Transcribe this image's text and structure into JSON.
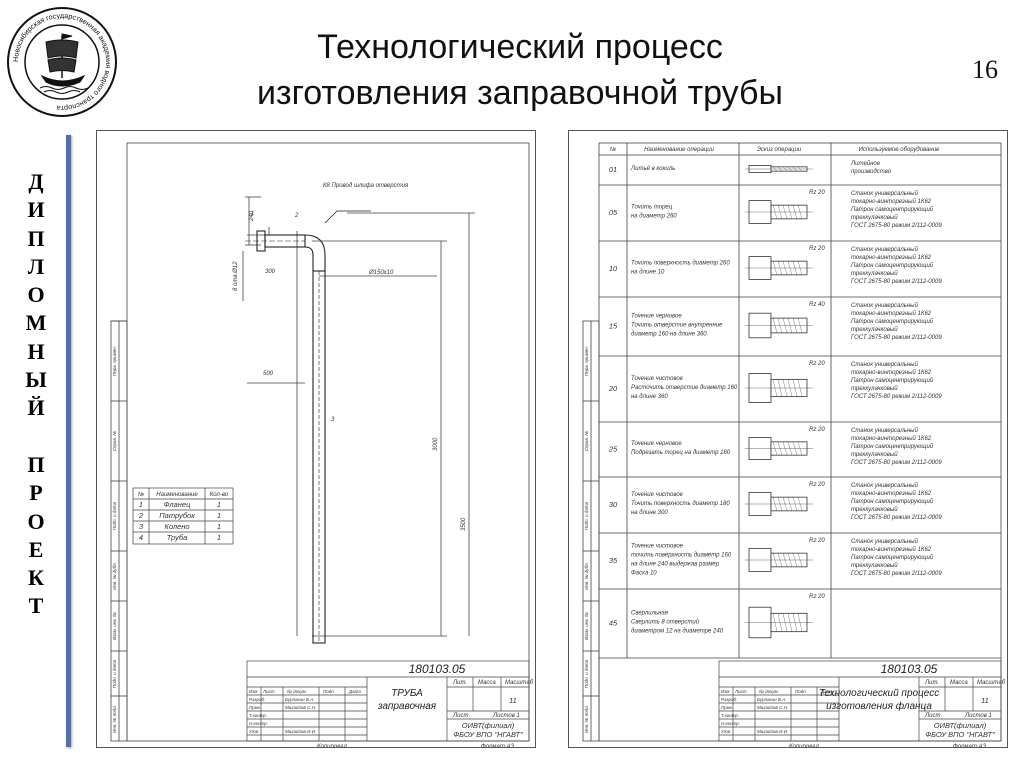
{
  "header": {
    "title_line1": "Технологический процесс",
    "title_line2": "изготовления заправочной трубы",
    "page_number": "16"
  },
  "sidebar": {
    "vertical_letters": [
      "Д",
      "И",
      "П",
      "Л",
      "О",
      "М",
      "Н",
      "Ы",
      "Й",
      " ",
      "П",
      "Р",
      "О",
      "Е",
      "К",
      "Т"
    ]
  },
  "logo": {
    "ring_text": "Новосибирская государственная академия водного транспорта"
  },
  "left_drawing": {
    "dims": {
      "d240": "240",
      "d300": "300",
      "d500": "500",
      "d3000": "3000",
      "d3500": "3500",
      "holes": "8 отв.Ø12",
      "pipe": "Ø150х10",
      "note": "К8 Провод шлифа отверстия"
    },
    "callouts": [
      "1",
      "2",
      "3"
    ],
    "spec_table": {
      "headers": [
        "№",
        "Наименование",
        "Кол-во"
      ],
      "rows": [
        [
          "1",
          "Фланец",
          "1"
        ],
        [
          "2",
          "Патрубок",
          "1"
        ],
        [
          "3",
          "Колено",
          "1"
        ],
        [
          "4",
          "Труба",
          "1"
        ]
      ]
    },
    "title_block": {
      "doc_number": "180103.05",
      "name_line1": "ТРУБА",
      "name_line2": "заправочная",
      "sheets": "11",
      "org_line1": "ОИВТ(филиал)",
      "org_line2": "ФБОУ ВПО \"НГАВТ\"",
      "format": "Формат  А3",
      "copied": "Копировал",
      "col_labels": [
        "Изм",
        "Лист",
        "№ докум.",
        "Подп.",
        "Дата"
      ],
      "role_labels": [
        "Разраб.",
        "Пров.",
        "Т.контр.",
        "Н.контр.",
        "Утв."
      ],
      "names": [
        "Бурлакин В.А.",
        "Михайлов С.Н.",
        "",
        "",
        "Михайлов И.И."
      ],
      "lit_labels": [
        "Лит.",
        "Масса",
        "Масштаб"
      ],
      "sheet_labels": [
        "Лист",
        "Листов 1"
      ]
    },
    "side_labels": [
      "Перв. примен.",
      "Справ. №",
      "Подп. и дата",
      "Инв. № дубл.",
      "Взам. инв. №",
      "Подп. и дата",
      "Инв. № подл."
    ]
  },
  "right_drawing": {
    "headers": [
      "№",
      "Наименование операции",
      "Эскиз операции",
      "Используемое оборудование"
    ],
    "operations": [
      {
        "num": "01",
        "name": [
          "Литьё в кокиль"
        ],
        "roughness": "",
        "equipment": [
          "Литейное",
          "производство"
        ]
      },
      {
        "num": "05",
        "name": [
          "Точить торец",
          "на диаметр 260"
        ],
        "roughness": "Rz 20",
        "equipment": [
          "Станок универсальный",
          "токарно-винторезный 1К62",
          "Патрон самоцентрирующий",
          "трехкулачковый",
          "ГОСТ 2675-80 режим 2/112-0009"
        ]
      },
      {
        "num": "10",
        "name": [
          "Точить поверхность диаметр 260",
          "на длине 10"
        ],
        "roughness": "Rz 20",
        "equipment": [
          "Станок универсальный",
          "токарно-винторезный 1К62",
          "Патрон самоцентрирующий",
          "трехкулачковый",
          "ГОСТ 2675-80 режим 2/112-0009"
        ]
      },
      {
        "num": "15",
        "name": [
          "Точение черновое",
          "Точить отверстие внутренние",
          "диаметр 160 на длине 360"
        ],
        "roughness": "Rz 40",
        "equipment": [
          "Станок универсальный",
          "токарно-винторезный 1К62",
          "Патрон самоцентрирующий",
          "трехкулачковый",
          "ГОСТ 2675-80 режим 2/112-0009"
        ]
      },
      {
        "num": "20",
        "name": [
          "Точение чистовое",
          "Расточить отверстие диаметр 160",
          "на длине 360"
        ],
        "roughness": "Rz 20",
        "equipment": [
          "Станок универсальный",
          "токарно-винторезный 1К62",
          "Патрон самоцентрирующий",
          "трехкулачковый",
          "ГОСТ 2675-80 режим 2/112-0009"
        ]
      },
      {
        "num": "25",
        "name": [
          "Точение черновое",
          "Подрезать торец на диаметр 180"
        ],
        "roughness": "Rz 20",
        "equipment": [
          "Станок универсальный",
          "токарно-винторезный 1К62",
          "Патрон самоцентрирующий",
          "трехкулачковый",
          "ГОСТ 2675-80 режим 2/112-0009"
        ]
      },
      {
        "num": "30",
        "name": [
          "Точение чистовое",
          "Точить поверхность диаметр 180",
          "на длине 300"
        ],
        "roughness": "Rz 20",
        "equipment": [
          "Станок универсальный",
          "токарно-винторезный 1К62",
          "Патрон самоцентрирующий",
          "трехкулачковый",
          "ГОСТ 2675-80 режим 2/112-0009"
        ]
      },
      {
        "num": "35",
        "name": [
          "Точение чистовое",
          "точить поверхность диаметр 160",
          "на длине 240 выдержав размер",
          "Фаска 10"
        ],
        "roughness": "Rz 20",
        "equipment": [
          "Станок универсальный",
          "токарно-винторезный 1К62",
          "Патрон самоцентрирующий",
          "трехкулачковый",
          "ГОСТ 2675-80 режим 2/112-0009"
        ]
      },
      {
        "num": "45",
        "name": [
          "Сверлильная",
          "Сверлить 8 отверстий",
          "диаметром 12 на диаметре 240"
        ],
        "roughness": "Rz 20",
        "equipment": []
      }
    ],
    "title_block": {
      "doc_number": "180103.05",
      "name_line1": "Технологический процесс",
      "name_line2": "изготовления фланца",
      "sheets": "11",
      "org_line1": "ОИВТ(филиал)",
      "org_line2": "ФБОУ ВПО \"НГАВТ\"",
      "format": "Формат  А3",
      "copied": "Копировал",
      "col_labels": [
        "Изм",
        "Лист",
        "№ докум.",
        "Подп.",
        "Дата"
      ],
      "role_labels": [
        "Разраб.",
        "Пров.",
        "Т.контр.",
        "Н.контр.",
        "Утв."
      ],
      "names": [
        "Бурлакин В.А.",
        "Михайлов С.Н.",
        "",
        "",
        "Михайлов И.И."
      ],
      "lit_labels": [
        "Лит.",
        "Масса",
        "Масштаб"
      ],
      "sheet_labels": [
        "Лист",
        "Листов 1"
      ]
    },
    "side_labels": [
      "Перв. примен.",
      "Справ. №",
      "Подп. и дата",
      "Инв. № дубл.",
      "Взам. инв. №",
      "Подп. и дата",
      "Инв. № подл."
    ]
  },
  "colors": {
    "blue_bar": "#4f6fb0",
    "line": "#444444"
  }
}
